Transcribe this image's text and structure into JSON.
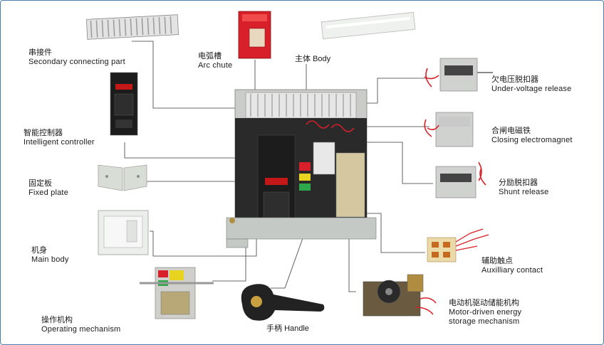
{
  "labels": {
    "secondary": {
      "zh": "串接件",
      "en": "Secondary connecting part"
    },
    "arc_chute": {
      "zh": "电弧槽",
      "en": "Arc chute"
    },
    "body": {
      "zh": "主体",
      "en": "Body"
    },
    "undervoltage": {
      "zh": "欠电压脱扣器",
      "en": "Under-voltage release"
    },
    "closing": {
      "zh": "合闸电磁铁",
      "en": "Closing electromagnet"
    },
    "shunt": {
      "zh": "分励脱扣器",
      "en": "Shunt release"
    },
    "controller": {
      "zh": "智能控制器",
      "en": "Intelligent controller"
    },
    "fixed_plate": {
      "zh": "固定板",
      "en": "Fixed plate"
    },
    "main_body": {
      "zh": "机身",
      "en": "Main body"
    },
    "auxiliary": {
      "zh": "辅助触点",
      "en": "Auxilliary contact"
    },
    "operating": {
      "zh": "操作机构",
      "en": "Operating mechanism"
    },
    "handle": {
      "zh": "手柄",
      "en": "Handle"
    },
    "motor": {
      "zh": "电动机驱动储能机构",
      "en": "Motor-driven energy",
      "en2": "storage mechanism"
    }
  },
  "colors": {
    "leader_line": "#3a3a3a",
    "arc_chute_red": "#d8202a",
    "controller_black": "#1c1c1c",
    "body_grey": "#c9ccc8",
    "frame_blue": "#4a7fb0"
  },
  "icons": [
    "secondary-connector",
    "arc-chute",
    "busbar-rod",
    "breaker-body",
    "controller",
    "undervoltage-release",
    "closing-electromagnet",
    "shunt-release",
    "fixed-plate",
    "main-body-frame",
    "auxiliary-contact",
    "operating-mechanism",
    "handle",
    "motor-mechanism"
  ]
}
